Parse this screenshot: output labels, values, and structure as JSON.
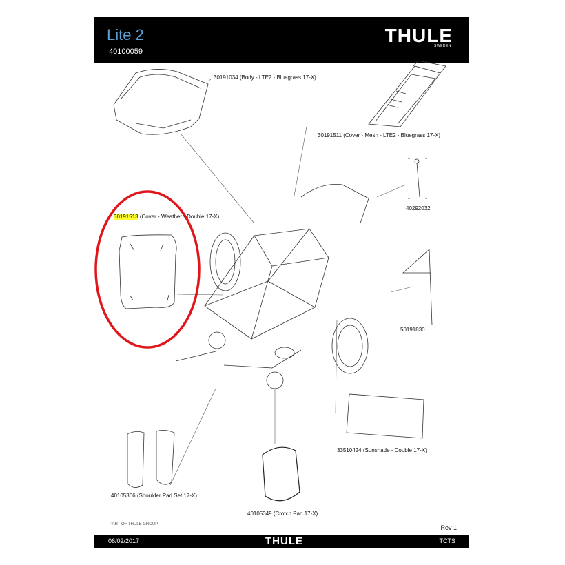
{
  "header": {
    "title": "Lite 2",
    "code": "40100059",
    "brand": "THULE",
    "brand_sub": "SWEDEN"
  },
  "parts": [
    {
      "number": "30191034",
      "desc": "(Body - LTE2 - Bluegrass 17-X)"
    },
    {
      "number": "30191511",
      "desc": "(Cover - Mesh - LTE2 - Bluegrass 17-X)"
    },
    {
      "number": "40292032",
      "desc": ""
    },
    {
      "number": "30191513",
      "desc": "(Cover - Weather - Double 17-X)"
    },
    {
      "number": "50191830",
      "desc": ""
    },
    {
      "number": "33510424",
      "desc": "(Sunshade - Double 17-X)"
    },
    {
      "number": "40105306",
      "desc": "(Shoulder Pad Set 17-X)"
    },
    {
      "number": "40105349",
      "desc": "(Crotch Pad 17-X)"
    }
  ],
  "footer": {
    "group": "PART OF THULE GROUP",
    "rev": "Rev 1",
    "date": "06/02/2017",
    "brand": "THULE",
    "code": "TCTS"
  },
  "colors": {
    "header_bg": "#000000",
    "title_blue": "#5a9fd4",
    "highlight": "#ffff33",
    "callout_circle": "#e0161b"
  }
}
